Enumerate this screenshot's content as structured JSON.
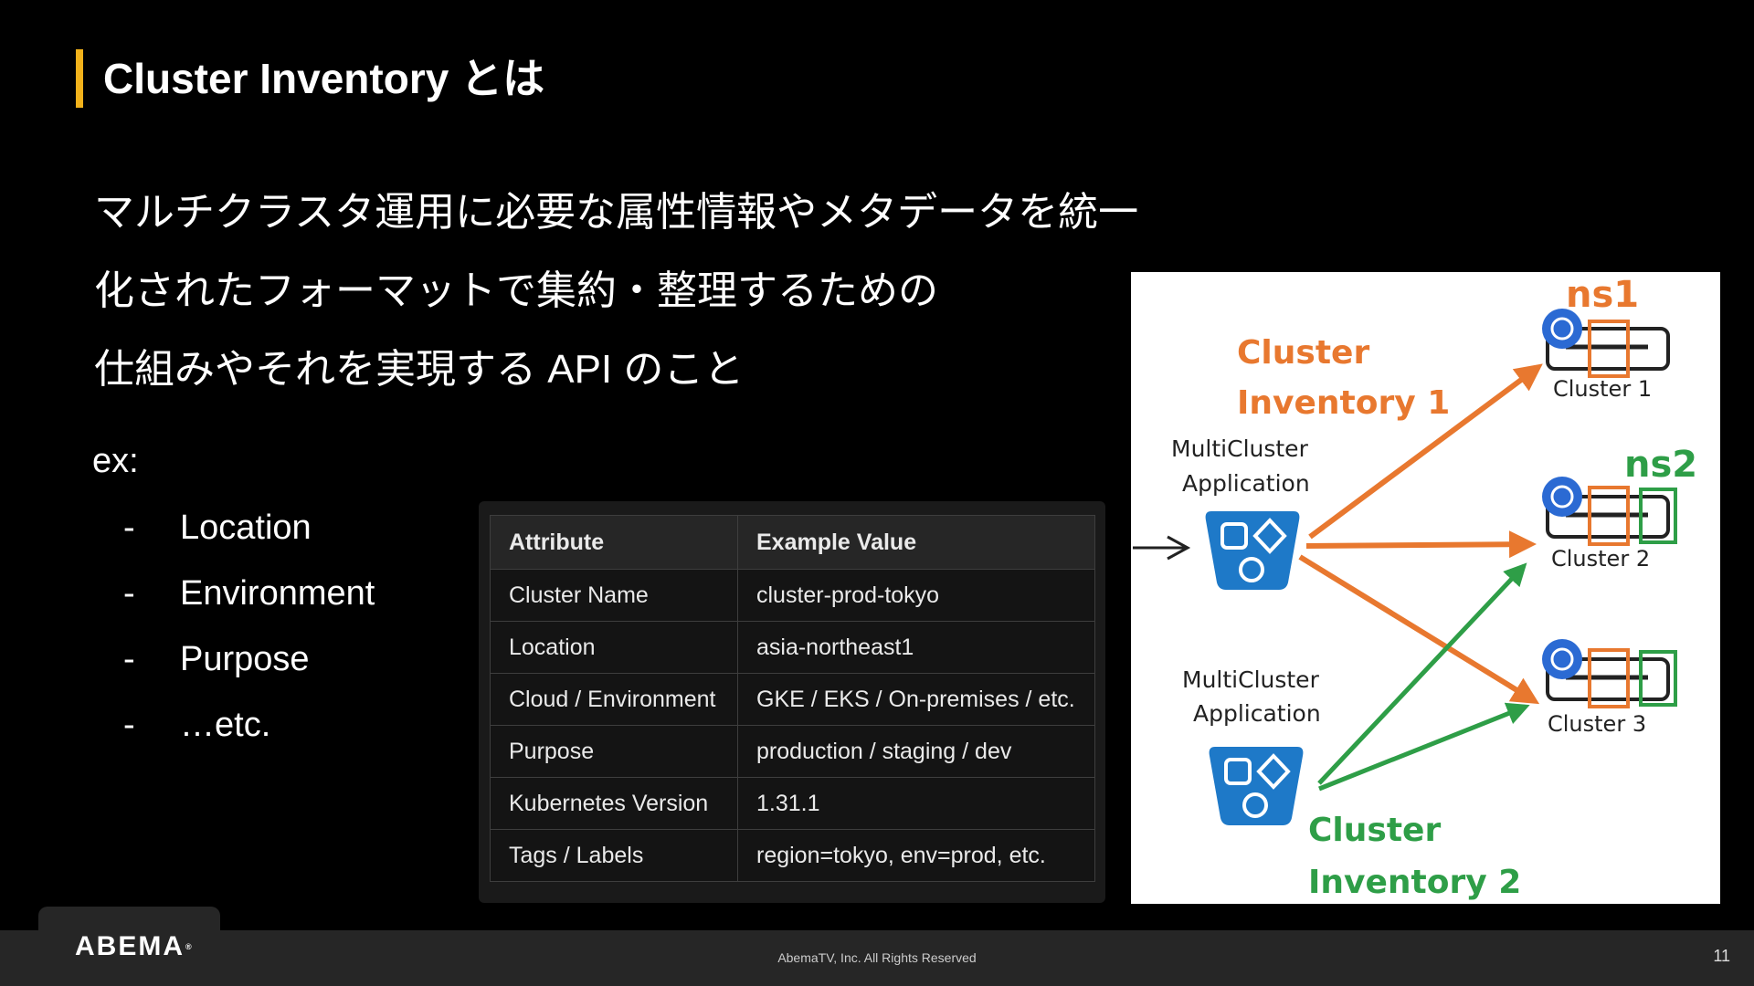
{
  "slide": {
    "title": "Cluster Inventory とは",
    "lead_lines": [
      "マルチクラスタ運用に必要な属性情報やメタデータを統一",
      "化されたフォーマットで集約・整理するための",
      "仕組みやそれを実現する API のこと"
    ],
    "ex_label": "ex:",
    "ex_items": [
      {
        "dash": "-",
        "text": "Location"
      },
      {
        "dash": "-",
        "text": "Environment"
      },
      {
        "dash": "-",
        "text": "Purpose"
      },
      {
        "dash": "-",
        "text": "…etc."
      }
    ]
  },
  "table": {
    "headers": [
      "Attribute",
      "Example Value"
    ],
    "rows": [
      [
        "Cluster Name",
        "cluster-prod-tokyo"
      ],
      [
        "Location",
        "asia-northeast1"
      ],
      [
        "Cloud / Environment",
        "GKE / EKS / On-premises / etc."
      ],
      [
        "Purpose",
        "production / staging / dev"
      ],
      [
        "Kubernetes Version",
        "1.31.1"
      ],
      [
        "Tags / Labels",
        "region=tokyo, env=prod, etc."
      ]
    ]
  },
  "diagram": {
    "inventory1": [
      "Cluster",
      "Inventory 1"
    ],
    "inventory2": [
      "Cluster",
      "Inventory 2"
    ],
    "app1": [
      "MultiCluster",
      "Application"
    ],
    "app2": [
      "MultiCluster",
      "Application"
    ],
    "ns1": "ns1",
    "ns2": "ns2",
    "clusters": [
      "Cluster 1",
      "Cluster 2",
      "Cluster 3"
    ],
    "colors": {
      "orange": "#e8782f",
      "green": "#2e9e47",
      "blue": "#1e79c8"
    }
  },
  "footer": {
    "logo": "ABEMA",
    "logo_mark": "®",
    "copyright": "AbemaTV, Inc. All Rights Reserved",
    "page": "11"
  }
}
